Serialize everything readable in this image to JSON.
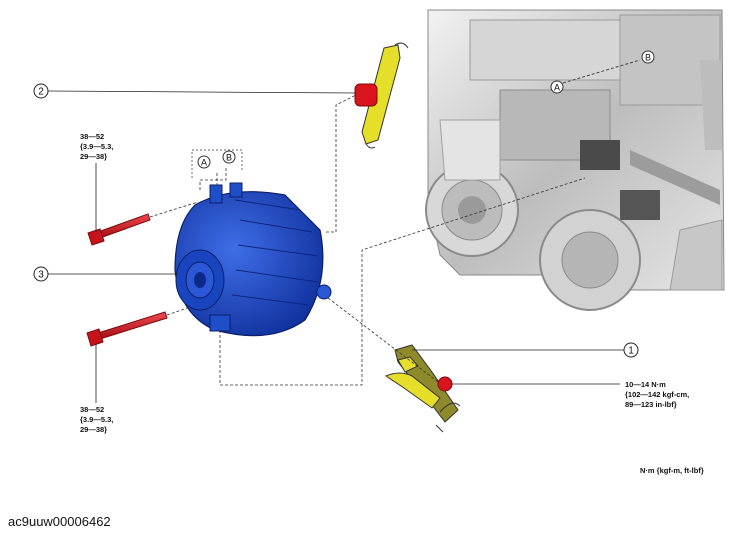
{
  "callouts": [
    {
      "num": "1"
    },
    {
      "num": "2"
    },
    {
      "num": "3"
    }
  ],
  "letters": {
    "a": "A",
    "b": "B"
  },
  "torque_top": [
    "38—52",
    "{3.9—5.3,",
    "29—38}"
  ],
  "torque_bottom": [
    "38—52",
    "{3.9—5.3,",
    "29—38}"
  ],
  "torque_terminal": [
    "10—14 N·m",
    "{102—142 kgf-cm,",
    "89—123 in-lbf}"
  ],
  "units_note": "N·m {kgf-m, ft-lbf}",
  "figure_id": "ac9uuw00006462",
  "colors": {
    "alternator": "#1f4fc8",
    "bolt": "#d9141c",
    "bracket": "#e6df2a",
    "engine": "#cfcfcf"
  }
}
